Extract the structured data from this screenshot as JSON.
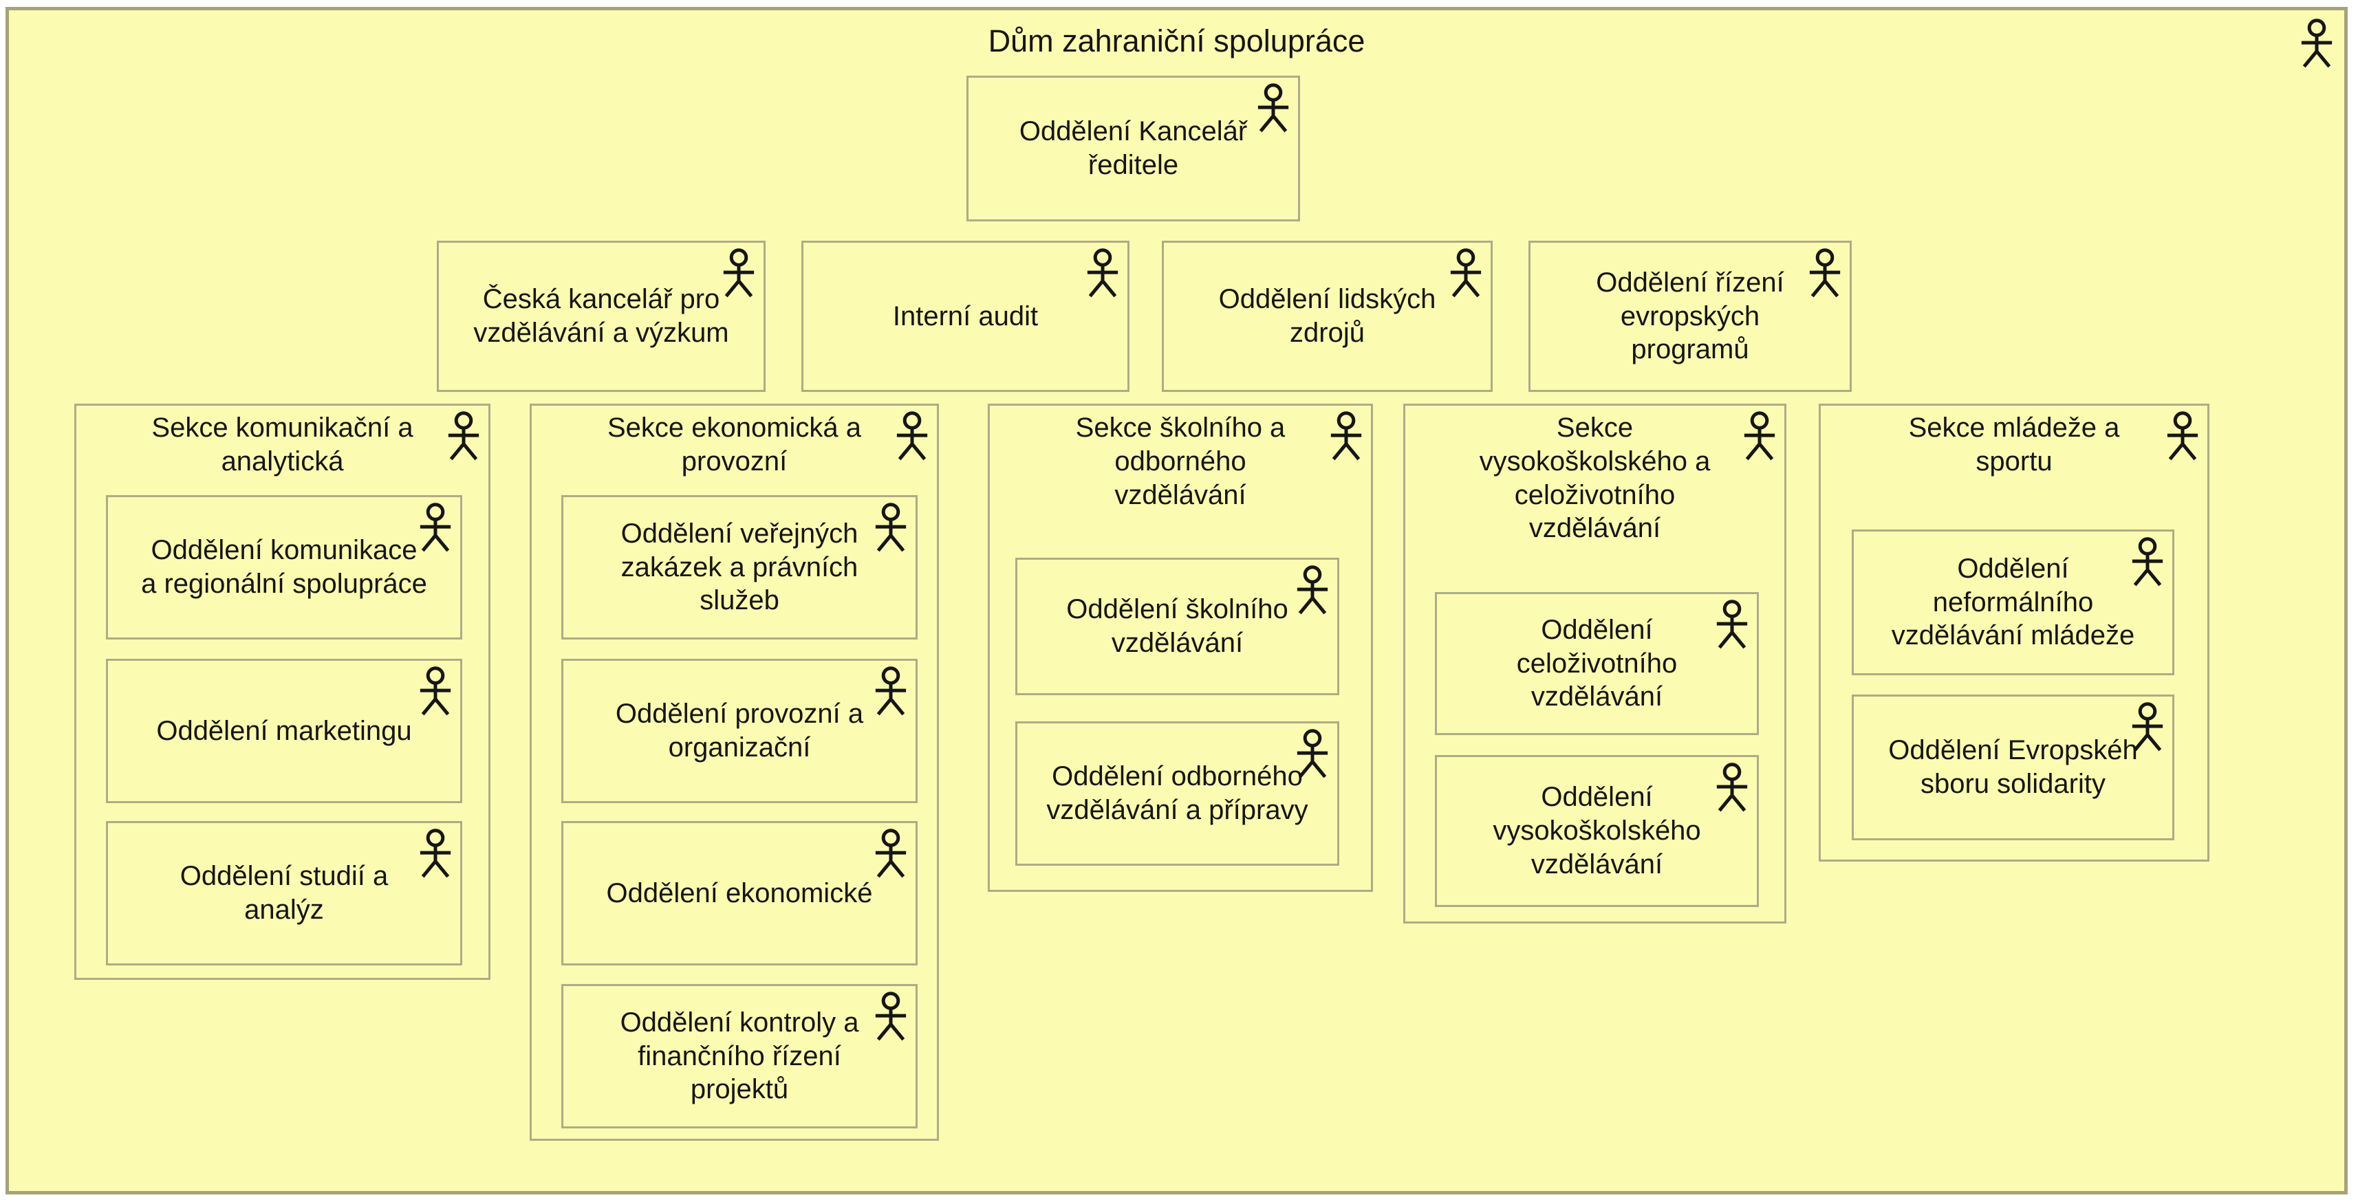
{
  "colors": {
    "fill": "#FCFBB2",
    "outer_border": "#A5A37A",
    "node_border": "#AEAC86",
    "text": "#161616"
  },
  "diagram": {
    "title": "Dům zahraniční spolupráce",
    "icon": "business-actor-icon",
    "director_office": {
      "label": "Oddělení Kancelář\nředitele"
    },
    "staff_units": [
      {
        "label": "Česká kancelář pro\nvzdělávání a výzkum"
      },
      {
        "label": "Interní audit"
      },
      {
        "label": "Oddělení lidských\nzdrojů"
      },
      {
        "label": "Oddělení řízení\nevropských\nprogramů"
      }
    ],
    "sections": [
      {
        "label": "Sekce komunikační a\nanalytická",
        "children": [
          {
            "label": "Oddělení komunikace\na regionální spolupráce"
          },
          {
            "label": "Oddělení marketingu"
          },
          {
            "label": "Oddělení studií a\nanalýz"
          }
        ]
      },
      {
        "label": "Sekce ekonomická a\nprovozní",
        "children": [
          {
            "label": "Oddělení veřejných\nzakázek a právních\nslužeb"
          },
          {
            "label": "Oddělení provozní a\norganizační"
          },
          {
            "label": "Oddělení ekonomické"
          },
          {
            "label": "Oddělení kontroly a\nfinančního řízení\nprojektů"
          }
        ]
      },
      {
        "label": "Sekce školního a\nodborného\nvzdělávání",
        "children": [
          {
            "label": "Oddělení školního\nvzdělávání"
          },
          {
            "label": "Oddělení odborného\nvzdělávání a přípravy"
          }
        ]
      },
      {
        "label": "Sekce\nvysokoškolského a\nceloživotního\nvzdělávání",
        "children": [
          {
            "label": "Oddělení\nceloživotního\nvzdělávání"
          },
          {
            "label": "Oddělení\nvysokoškolského\nvzdělávání"
          }
        ]
      },
      {
        "label": "Sekce mládeže a\nsportu",
        "children": [
          {
            "label": "Oddělení\nneformálního\nvzdělávání mládeže"
          },
          {
            "label": "Oddělení Evropskéh\nsboru solidarity"
          }
        ]
      }
    ]
  }
}
